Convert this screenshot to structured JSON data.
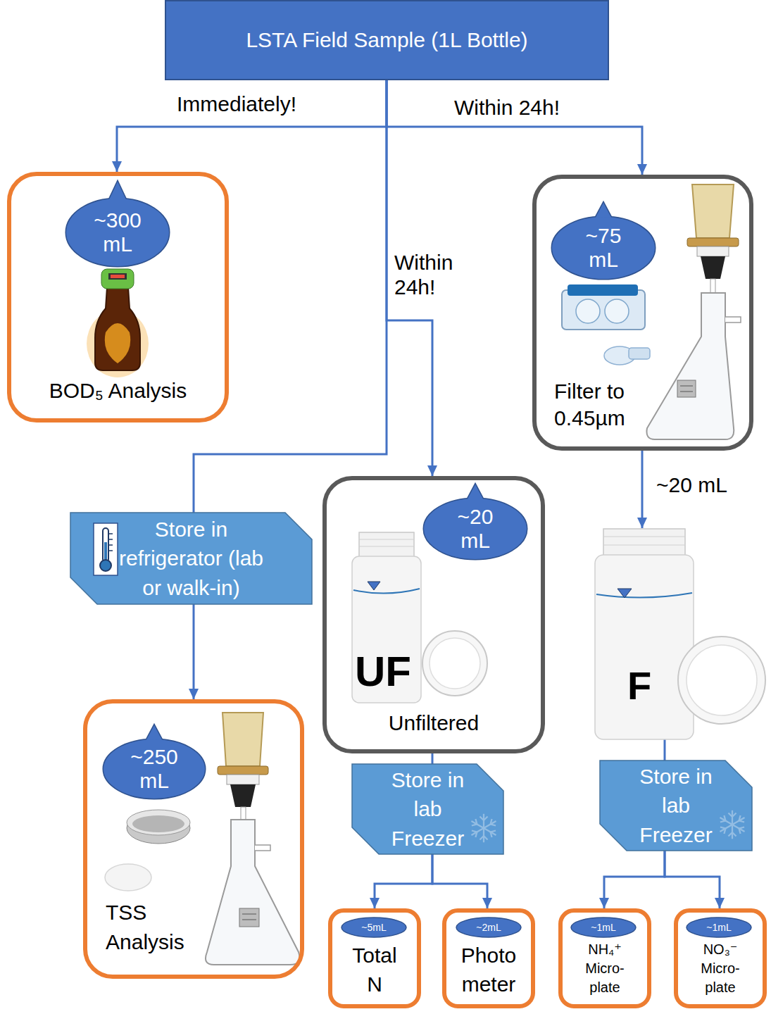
{
  "diagram": {
    "nodes": [
      {
        "text": [
          "LSTA Field Sample (1L Bottle)"
        ]
      },
      {
        "text": [
          "BOD₅ Analysis"
        ]
      },
      {
        "text": [
          "~300 mL"
        ],
        "in": 1
      },
      {
        "text": [
          "Filter to 0.45µm"
        ]
      },
      {
        "text": [
          "~75 mL"
        ],
        "in": 3
      },
      {
        "text": [
          "Store in refrigerator (lab or walk-in)"
        ]
      },
      {
        "text": [
          "TSS Analysis"
        ]
      },
      {
        "text": [
          "~250 mL"
        ],
        "in": 6
      },
      {
        "text": [
          "UF",
          "Unfiltered"
        ]
      },
      {
        "text": [
          "~20 mL"
        ],
        "in": 8
      },
      {
        "text": [
          "Store in lab Freezer"
        ]
      },
      {
        "text": [
          "F"
        ]
      },
      {
        "text": [
          "Store in lab Freezer"
        ]
      },
      {
        "text": [
          "Total N"
        ]
      },
      {
        "text": [
          "~5mL"
        ],
        "in": 13
      },
      {
        "text": [
          "Photo meter"
        ]
      },
      {
        "text": [
          "~2mL"
        ],
        "in": 15
      },
      {
        "text": [
          "NH₄⁺ Micro- plate"
        ]
      },
      {
        "text": [
          "~1mL"
        ],
        "in": 17
      },
      {
        "text": [
          "NO₃⁻ Micro- plate"
        ]
      },
      {
        "text": [
          "~1mL"
        ],
        "in": 19
      }
    ],
    "edges": [
      {
        "from": 0,
        "to": 1,
        "arrow": "to",
        "label": "Immediately!"
      },
      {
        "from": 0,
        "to": 8,
        "arrow": "to",
        "label": "Within 24h!"
      },
      {
        "from": 0,
        "to": 3,
        "arrow": "to",
        "label": "Within 24h!"
      },
      {
        "from": 0,
        "to": 5,
        "arrow": "none"
      },
      {
        "from": 5,
        "to": 6,
        "arrow": "to"
      },
      {
        "from": 3,
        "to": 11,
        "arrow": "to",
        "label": "~20 mL"
      },
      {
        "from": 8,
        "to": 10,
        "arrow": "none"
      },
      {
        "from": 10,
        "to": 13,
        "arrow": "to"
      },
      {
        "from": 10,
        "to": 15,
        "arrow": "to"
      },
      {
        "from": 11,
        "to": 12,
        "arrow": "none"
      },
      {
        "from": 12,
        "to": 17,
        "arrow": "to"
      },
      {
        "from": 12,
        "to": 19,
        "arrow": "to"
      }
    ]
  }
}
